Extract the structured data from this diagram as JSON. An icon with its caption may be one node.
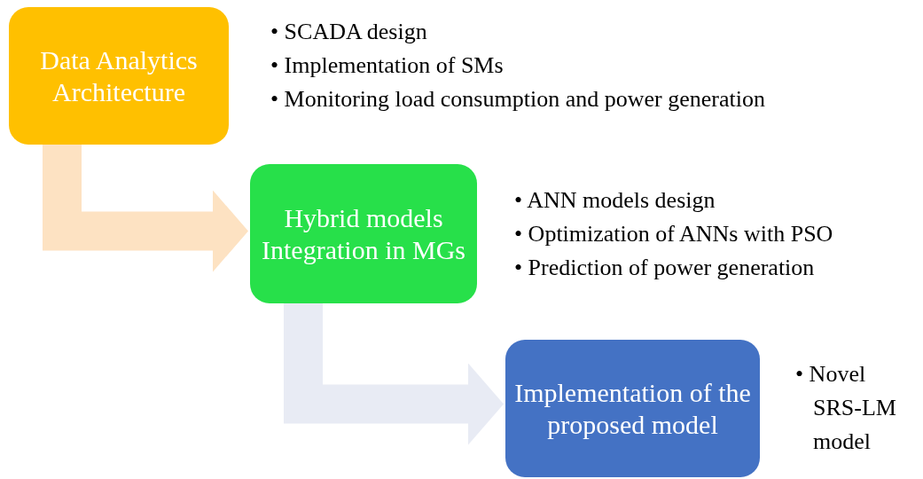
{
  "diagram": {
    "nodes": [
      {
        "text": [
          "Data Analytics Architecture"
        ],
        "beside": [
          "• SCADA design",
          "• Implementation of SMs",
          "• Monitoring load consumption and power generation"
        ]
      },
      {
        "text": [
          "Hybrid models Integration in MGs"
        ],
        "beside": [
          "• ANN models design",
          "• Optimization of ANNs with PSO",
          "• Prediction of power generation"
        ]
      },
      {
        "text": [
          "Implementation of the proposed model"
        ],
        "beside": [
          "• Novel SRS-LM model"
        ]
      }
    ],
    "edges": [
      {
        "from": 0,
        "to": 1,
        "arrow": "to",
        "color": "#fde2c2"
      },
      {
        "from": 1,
        "to": 2,
        "arrow": "to",
        "color": "#e8ebf4"
      }
    ]
  }
}
